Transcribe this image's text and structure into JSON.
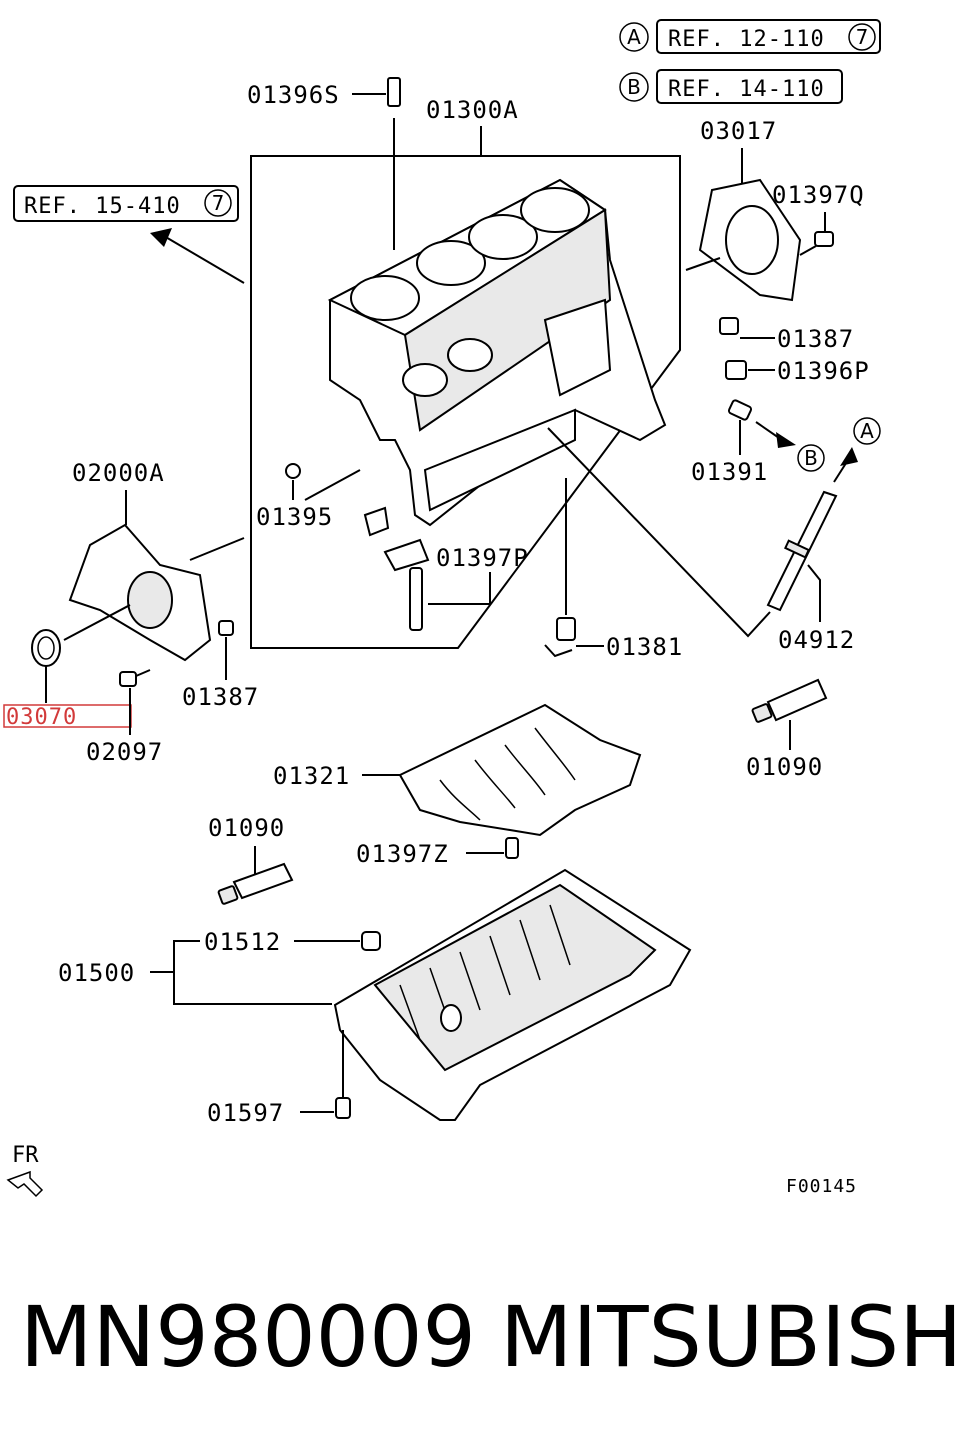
{
  "references": [
    {
      "letter": "A",
      "text": "REF. 12-110",
      "circled_number": "7"
    },
    {
      "letter": "B",
      "text": "REF. 14-110"
    },
    {
      "text": "REF. 15-410",
      "circled_number": "7"
    }
  ],
  "parts": {
    "p01396S": "01396S",
    "p01300A": "01300A",
    "p03017": "03017",
    "p01397Q": "01397Q",
    "p01387a": "01387",
    "p01396P": "01396P",
    "p01391": "01391",
    "p02000A": "02000A",
    "p01395": "01395",
    "p01397P": "01397P",
    "p04912": "04912",
    "p01381": "01381",
    "p01387b": "01387",
    "p03070": "03070",
    "p02097": "02097",
    "p01090a": "01090",
    "p01321": "01321",
    "p01090b": "01090",
    "p01397Z": "01397Z",
    "p01512": "01512",
    "p01500": "01500",
    "p01597": "01597"
  },
  "markers": {
    "a": "A",
    "b": "B"
  },
  "orientation": "FR",
  "figure_code": "F00145",
  "footer": {
    "part_number": "MN980009",
    "brand": "MITSUBISHI"
  },
  "colors": {
    "line": "#000000",
    "highlight": "#d23a3a",
    "background": "#ffffff"
  }
}
